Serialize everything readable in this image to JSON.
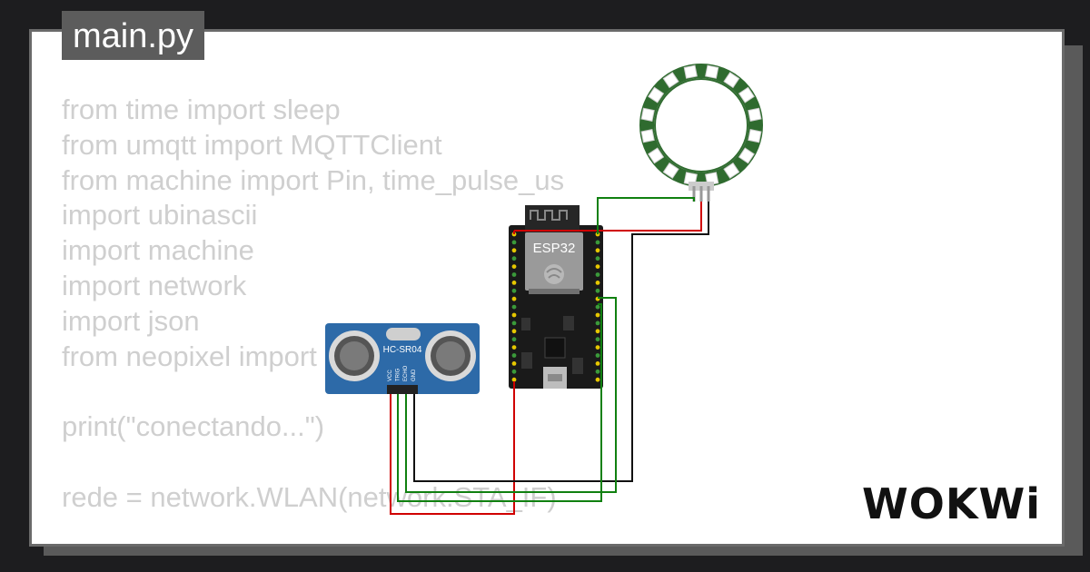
{
  "file_tab": {
    "label": "main.py"
  },
  "code_lines": [
    "from time import sleep",
    "from umqtt import MQTTClient",
    "from machine import Pin, time_pulse_us",
    "import ubinascii",
    "import machine",
    "import network",
    "import json",
    "from neopixel import",
    "",
    "print(\"conectando...\")",
    "",
    "rede = network.WLAN(network.STA_IF)"
  ],
  "components": {
    "esp32": {
      "label": "ESP32"
    },
    "ultrasonic": {
      "label": "HC-SR04",
      "pins": [
        "VCC",
        "TRIG",
        "ECHO",
        "GND"
      ]
    },
    "neopixel_ring": {
      "led_count": 16
    }
  },
  "brand": {
    "logo_text": "WOKWi"
  },
  "colors": {
    "background": "#1d1d1f",
    "card": "#ffffff",
    "code_text": "#cfcfcf",
    "wire_red": "#d00000",
    "wire_green": "#108010",
    "wire_black": "#111111",
    "ring": "#2f6b2f",
    "esp32_board": "#1a1a1a",
    "sensor_board": "#2d6aa8"
  }
}
